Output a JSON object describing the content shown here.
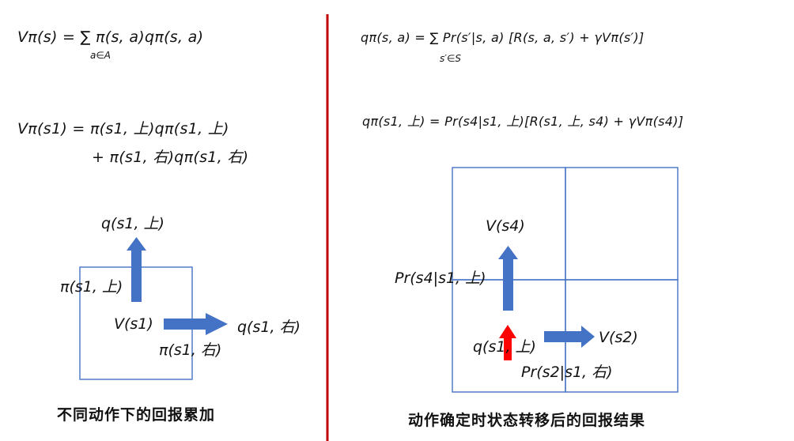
{
  "left": {
    "formula_v_general": "Vπ(s) = ∑ π(s, a)qπ(s, a)",
    "formula_v_general_subscript": "a∈A",
    "formula_v_s1_line1": "Vπ(s1) = π(s1, 上)qπ(s1, 上)",
    "formula_v_s1_line2": "+ π(s1, 右)qπ(s1, 右)",
    "label_q_up": "q(s1, 上)",
    "label_pi_up": "π(s1, 上)",
    "label_v_s1": "V(s1)",
    "label_q_right": "q(s1, 右)",
    "label_pi_right": "π(s1, 右)",
    "caption": "不同动作下的回报累加"
  },
  "right": {
    "formula_q_general": "qπ(s, a) = ∑ Pr(s′|s, a) [R(s, a, s′) + γVπ(s′)]",
    "formula_q_general_subscript": "s′∈S",
    "formula_q_s1_up": "qπ(s1, 上) = Pr(s4|s1, 上)[R(s1, 上, s4) + γVπ(s4)]",
    "label_v_s4": "V(s4)",
    "label_pr_s4": "Pr(s4|s1, 上)",
    "label_q_s1_up": "q(s1, 上)",
    "label_v_s2": "V(s2)",
    "label_pr_s2": "Pr(s2|s1, 右)",
    "caption": "动作确定时状态转移后的回报结果"
  },
  "colors": {
    "divider": "#c00000",
    "box_stroke": "#4472c4",
    "arrow_blue": "#4472c4",
    "arrow_red": "#ff0000"
  }
}
